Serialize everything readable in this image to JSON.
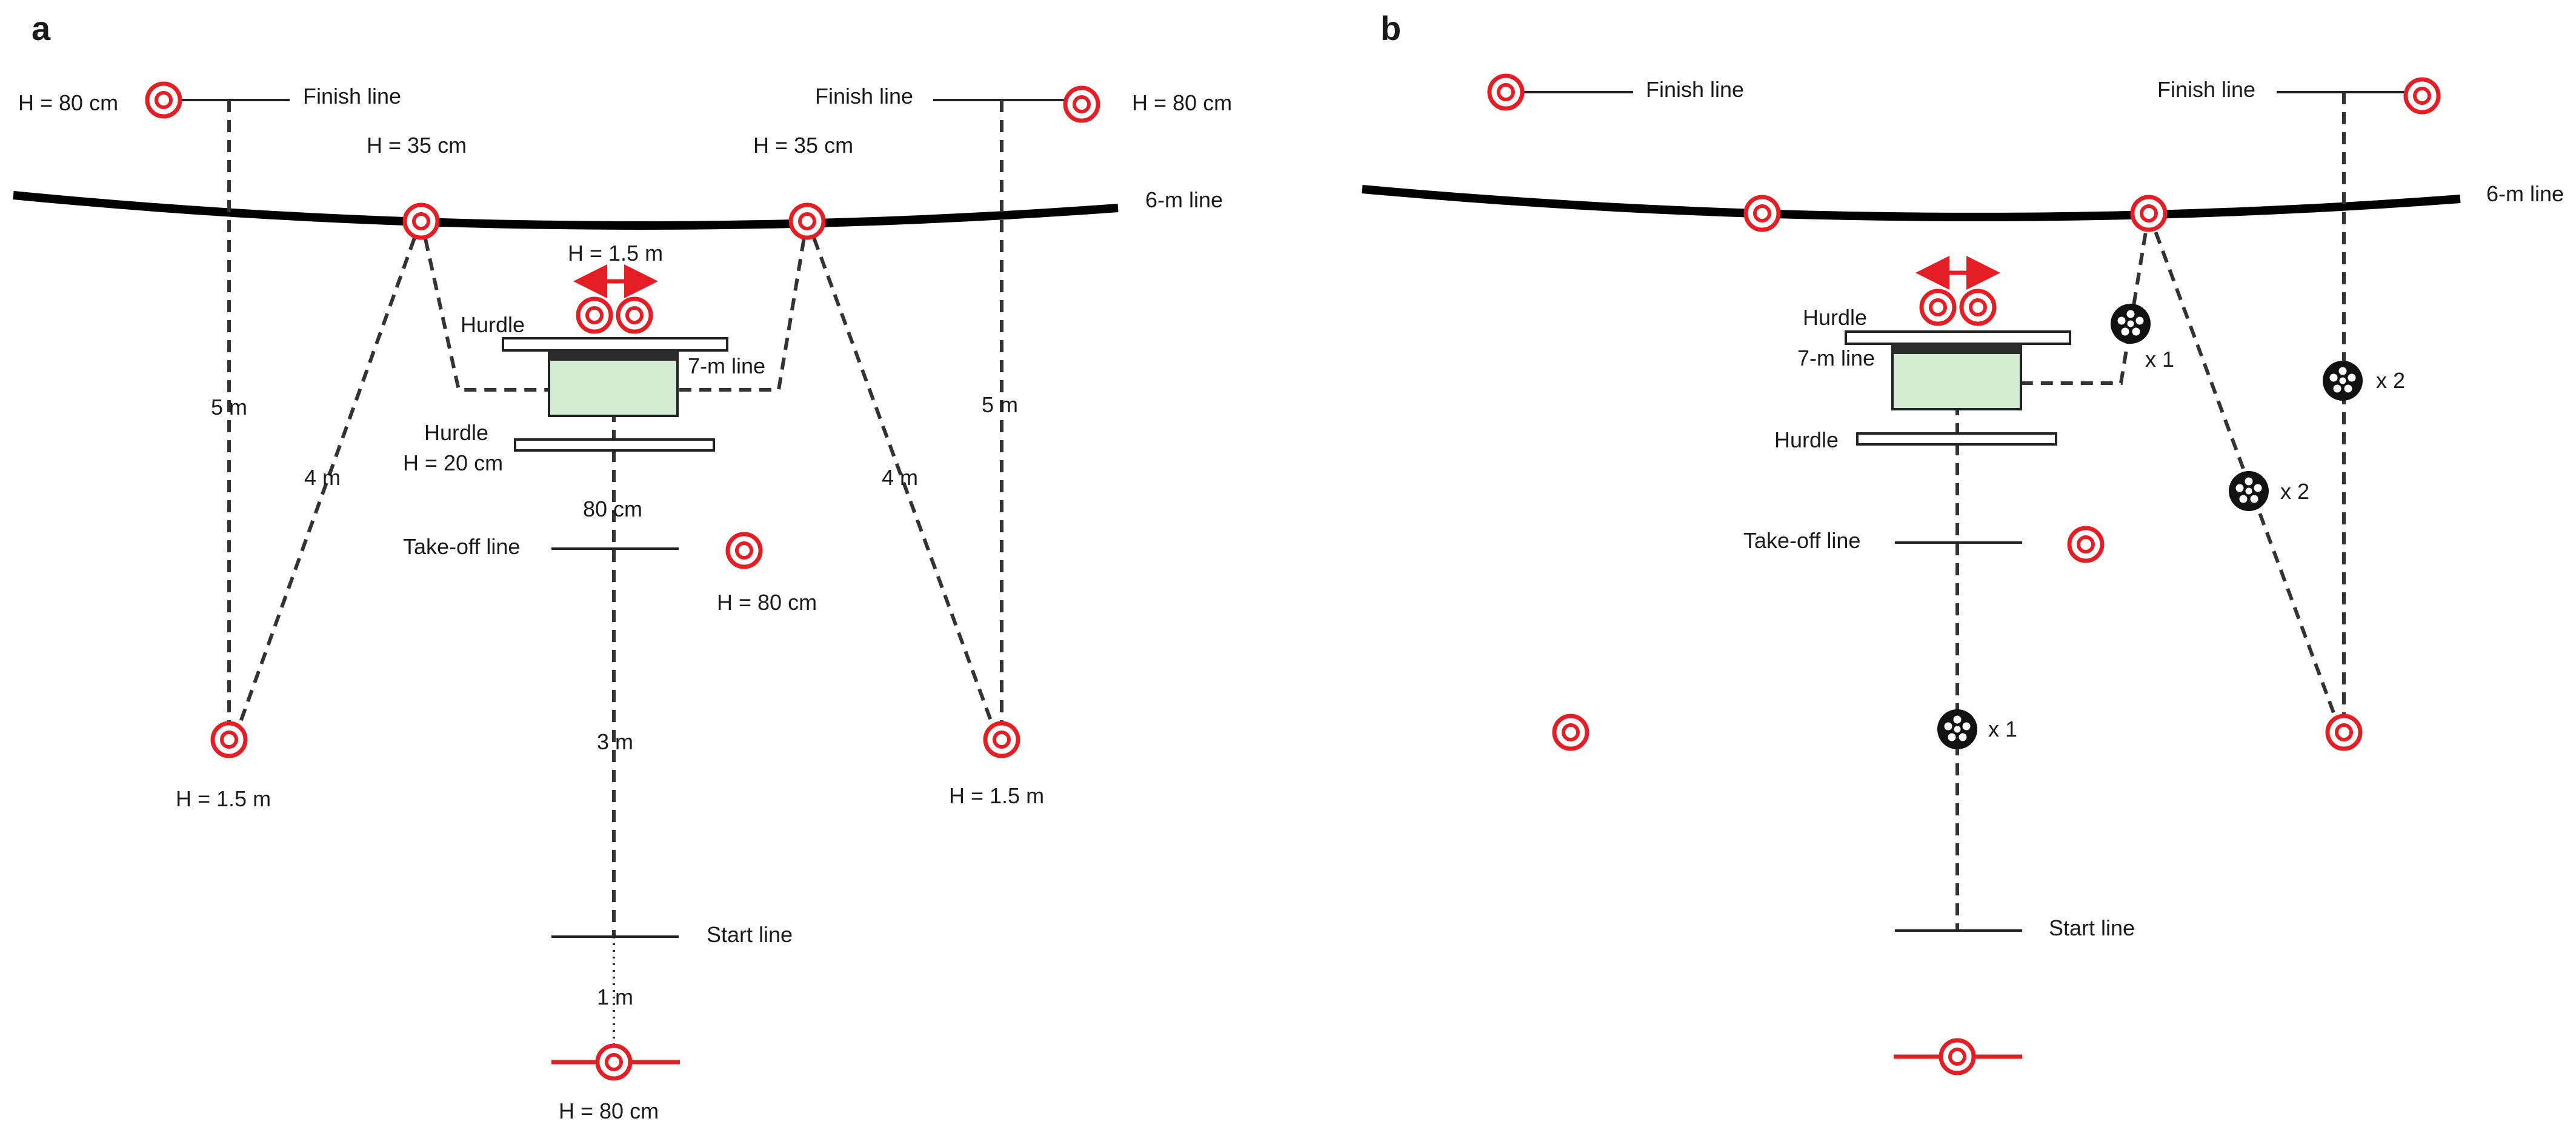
{
  "panels": {
    "a": "a",
    "b": "b"
  },
  "a": {
    "finish_line_left": "Finish line",
    "finish_line_right": "Finish line",
    "h_finish_left": "H = 80 cm",
    "h_finish_right": "H = 80 cm",
    "h_6m_left": "H = 35 cm",
    "h_6m_right": "H = 35 cm",
    "six_m_line": "6-m line",
    "h_goal_targets": "H = 1.5 m",
    "hurdle_top": "Hurdle",
    "seven_m_line": "7-m line",
    "hurdle_bottom": "Hurdle",
    "h_hurdle": "H = 20 cm",
    "dist_80cm": "80 cm",
    "take_off_line": "Take-off line",
    "h_takeoff_target": "H = 80 cm",
    "dist_5m_left": "5 m",
    "dist_5m_right": "5 m",
    "dist_4m_left": "4 m",
    "dist_4m_right": "4 m",
    "h_side_left": "H = 1.5 m",
    "h_side_right": "H = 1.5 m",
    "dist_3m": "3 m",
    "start_line": "Start line",
    "dist_1m": "1 m",
    "h_start_target": "H = 80 cm"
  },
  "b": {
    "finish_line_left": "Finish line",
    "finish_line_right": "Finish line",
    "six_m_line": "6-m line",
    "hurdle_top": "Hurdle",
    "seven_m_line": "7-m line",
    "hurdle_bottom": "Hurdle",
    "take_off_line": "Take-off line",
    "start_line": "Start line",
    "balls_near_7m": "x 1",
    "balls_right_line": "x 2",
    "balls_diagonal": "x 2",
    "balls_center": "x 1"
  },
  "colors": {
    "target_red": "#e31e24",
    "goal_area_green": "#d4ecd3",
    "line_black": "#000000"
  },
  "icons": [
    "target-icon",
    "handball-icon",
    "double-arrow-icon"
  ]
}
